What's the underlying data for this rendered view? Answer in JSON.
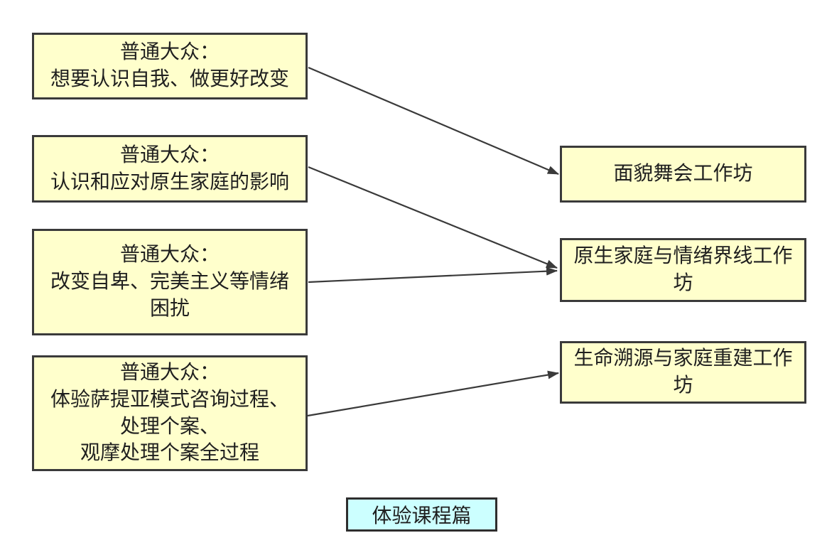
{
  "diagram": {
    "colors": {
      "node_fill": "#FFFFCC",
      "node_border": "#3A3A3A",
      "badge_fill": "#CCFFFF",
      "arrow": "#3A3A3A",
      "text": "#1F1F1F",
      "background": "#FFFFFF"
    },
    "left_nodes": [
      {
        "id": "audience-1",
        "text": "普通大众：\n想要认识自我、做更好改变"
      },
      {
        "id": "audience-2",
        "text": "普通大众：\n认识和应对原生家庭的影响"
      },
      {
        "id": "audience-3",
        "text": "普通大众：\n改变自卑、完美主义等情绪\n困扰"
      },
      {
        "id": "audience-4",
        "text": "普通大众：\n体验萨提亚模式咨询过程、\n处理个案、\n观摩处理个案全过程"
      }
    ],
    "right_nodes": [
      {
        "id": "workshop-1",
        "text": "面貌舞会工作坊"
      },
      {
        "id": "workshop-2",
        "text": "原生家庭与情绪界线工作\n坊"
      },
      {
        "id": "workshop-3",
        "text": "生命溯源与家庭重建工作\n坊"
      }
    ],
    "edges": [
      {
        "from": "audience-1",
        "to": "workshop-1"
      },
      {
        "from": "audience-2",
        "to": "workshop-2"
      },
      {
        "from": "audience-3",
        "to": "workshop-2"
      },
      {
        "from": "audience-4",
        "to": "workshop-3"
      }
    ],
    "badge": {
      "label": "体验课程篇"
    }
  }
}
